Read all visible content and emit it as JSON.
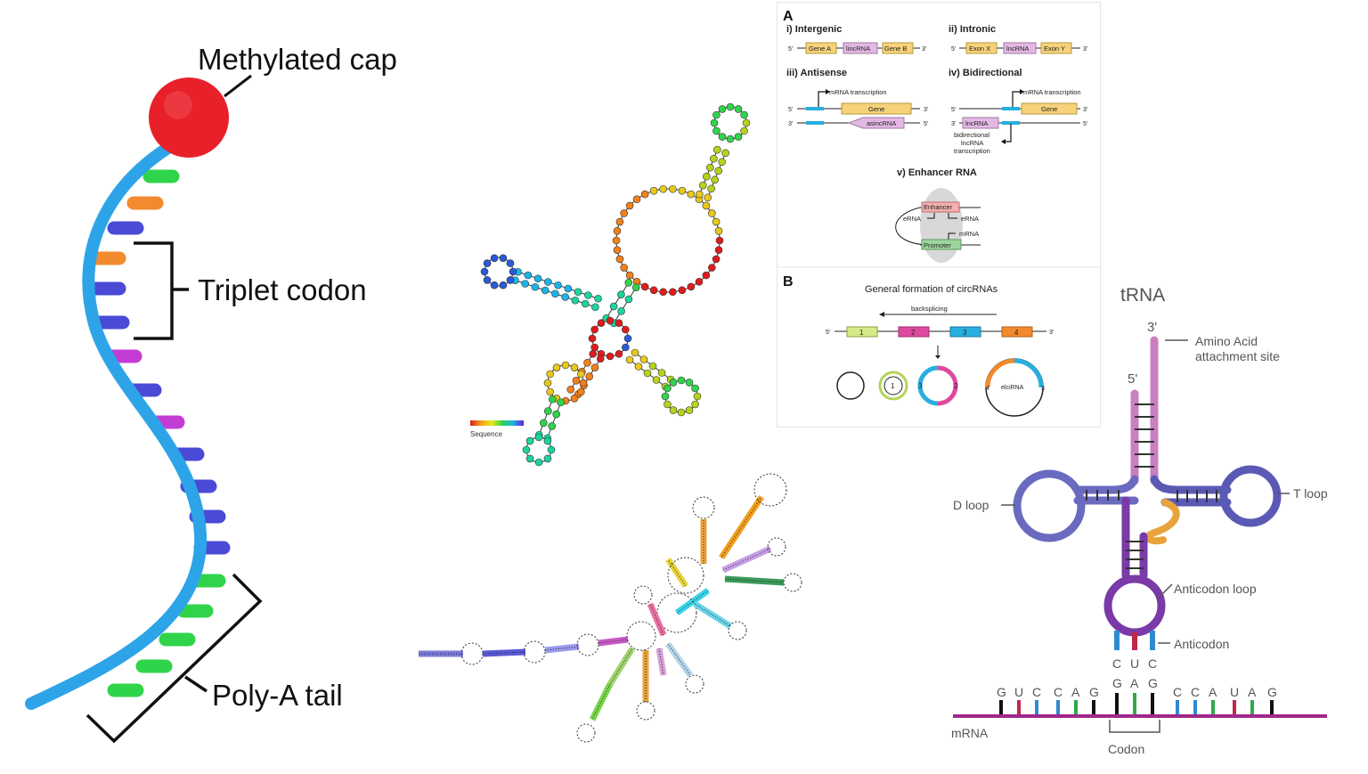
{
  "mrna_panel": {
    "cap_label": "Methylated cap",
    "codon_label": "Triplet codon",
    "polya_label": "Poly-A tail",
    "colors": {
      "strand": "#2ea4e8",
      "cap": "#e8202a",
      "green": "#2fd44a",
      "orange": "#f28a2e",
      "blue": "#4a4ad6",
      "magenta": "#c43cd6"
    },
    "bases": [
      "green",
      "orange",
      "blue",
      "orange",
      "blue",
      "blue",
      "magenta",
      "blue",
      "magenta",
      "blue",
      "blue",
      "blue",
      "blue",
      "green",
      "green",
      "green",
      "green",
      "green"
    ]
  },
  "lncrna_panel": {
    "section_a": "A",
    "intergenic": {
      "title": "i) Intergenic",
      "five": "5'",
      "three": "3'",
      "boxes": [
        "Gene A",
        "lincRNA",
        "Gene B"
      ]
    },
    "intronic": {
      "title": "ii) Intronic",
      "five": "5'",
      "three": "3'",
      "boxes": [
        "Exon X",
        "lncRNA",
        "Exon Y"
      ]
    },
    "antisense": {
      "title": "iii) Antisense",
      "transcription": "mRNA transcription",
      "gene": "Gene",
      "rna": "asincRNA",
      "five": "5'",
      "three": "3'"
    },
    "bidirectional": {
      "title": "iv) Bidirectional",
      "transcription": "mRNA transcription",
      "gene": "Gene",
      "rna": "lncRNA",
      "note_1": "bidirectional",
      "note_2": "lncRNA",
      "note_3": "transcription",
      "five": "5'",
      "three": "3'"
    },
    "enhancer": {
      "title": "v) Enhancer RNA",
      "enhancer": "Enhancer",
      "erna_left": "eRNA",
      "erna_right": "eRNA",
      "mrna": "mRNA",
      "promoter": "Promoter"
    },
    "section_b": "B",
    "circ": {
      "title": "General formation of circRNAs",
      "backsplicing": "backsplicing",
      "exons": [
        "1",
        "2",
        "3",
        "4"
      ],
      "five": "5'",
      "three": "3'",
      "circle_1": "1",
      "circle_3": "3",
      "circle_2": "2",
      "elci": "elciRNA",
      "elci_4": "4",
      "elci_3": "3"
    }
  },
  "trna_panel": {
    "title": "tRNA",
    "three_prime": "3'",
    "five_prime": "5'",
    "amino_1": "Amino Acid",
    "amino_2": "attachment site",
    "d_loop": "D loop",
    "t_loop": "T loop",
    "anticodon_loop": "Anticodon loop",
    "anticodon": "Anticodon",
    "anticodon_bases": [
      "C",
      "U",
      "C"
    ],
    "mrna_bases": [
      "G",
      "U",
      "C",
      "C",
      "A",
      "G",
      "G",
      "A",
      "G",
      "C",
      "C",
      "A",
      "U",
      "A",
      "G"
    ],
    "mrna_label": "mRNA",
    "codon_label": "Codon",
    "colors": {
      "stem": "#c97fc0",
      "loop": "#5a5ab5",
      "anticodon_loop": "#7a3aa8",
      "linker": "#e8a33a",
      "mrna": "#a0288c"
    }
  },
  "rna_struct_1": {
    "legend": "Sequence"
  }
}
